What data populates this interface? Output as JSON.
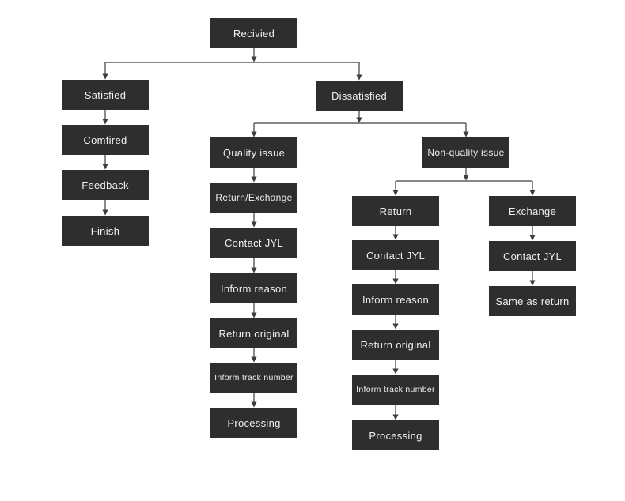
{
  "flow": {
    "root": "Recivied",
    "branches": {
      "satisfied": [
        "Satisfied",
        "Comfired",
        "Feedback",
        "Finish"
      ],
      "dissatisfied": {
        "label": "Dissatisfied",
        "quality": [
          "Quality issue",
          "Return/Exchange",
          "Contact JYL",
          "Inform reason",
          "Return original",
          "Inform track number",
          "Processing"
        ],
        "non_quality": {
          "label": "Non-quality issue",
          "return": [
            "Return",
            "Contact JYL",
            "Inform reason",
            "Return original",
            "Inform track number",
            "Processing"
          ],
          "exchange": [
            "Exchange",
            "Contact JYL",
            "Same as return"
          ]
        }
      }
    },
    "colors": {
      "node_bg": "#2e2e2e",
      "node_text": "#f0f0f0",
      "connector": "#3e3e3e",
      "background": "#ffffff"
    }
  }
}
